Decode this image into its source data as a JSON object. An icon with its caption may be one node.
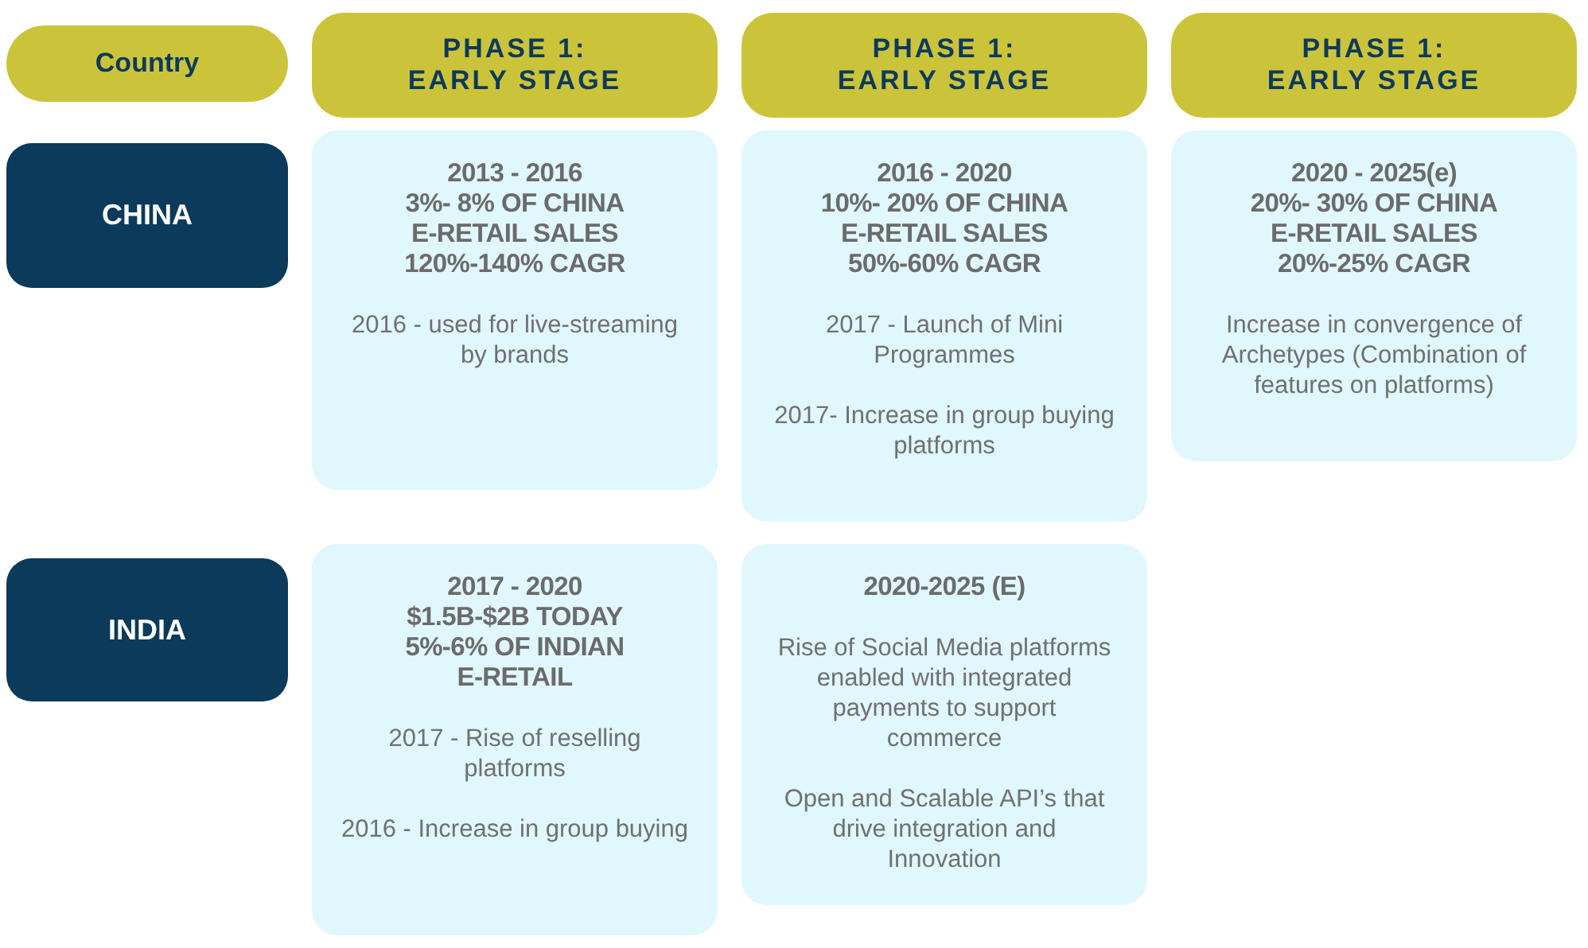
{
  "diagram": {
    "nodes": [
      {
        "text": [
          "Country"
        ]
      },
      {
        "text": [
          "PHASE 1: EARLY STAGE"
        ]
      },
      {
        "text": [
          "PHASE 1: EARLY STAGE"
        ]
      },
      {
        "text": [
          "PHASE 1: EARLY STAGE"
        ]
      },
      {
        "text": [
          "CHINA"
        ]
      },
      {
        "text": [
          "2013 - 2016",
          "3%- 8% OF CHINA E-RETAIL SALES",
          "120%-140% CAGR",
          "2016 - used for live-streaming by brands"
        ]
      },
      {
        "text": [
          "2016 - 2020",
          "10%- 20% OF CHINA E-RETAIL SALES",
          "50%-60% CAGR",
          "2017 - Launch of Mini Programmes",
          "2017- Increase in group buying platforms"
        ]
      },
      {
        "text": [
          "2020 - 2025(e)",
          "20%- 30% OF CHINA E-RETAIL SALES",
          "20%-25% CAGR",
          "Increase in convergence of Archetypes (Combination of features on platforms)"
        ]
      },
      {
        "text": [
          "INDIA"
        ]
      },
      {
        "text": [
          "2017 - 2020",
          "$1.5B-$2B TODAY",
          "5%-6% OF INDIAN E-RETAIL",
          "2017 - Rise of reselling platforms",
          "2016 - Increase in group buying"
        ]
      },
      {
        "text": [
          "2020-2025 (E)",
          "Rise of Social Media platforms enabled with integrated payments to support commerce",
          "Open and Scalable API’s that drive integration and Innovation"
        ]
      }
    ]
  }
}
